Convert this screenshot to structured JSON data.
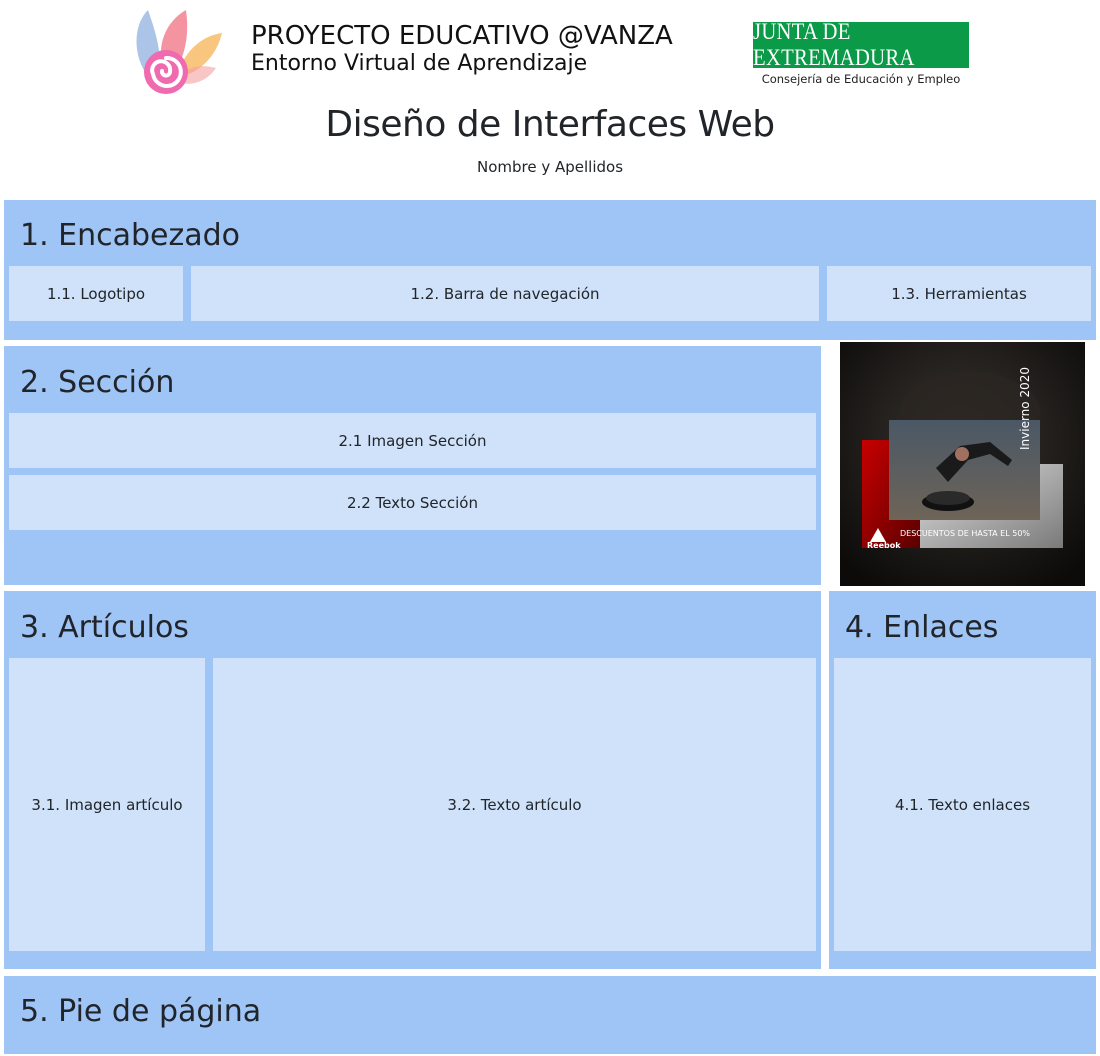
{
  "banner": {
    "brand_title": "PROYECTO EDUCATIVO @VANZA",
    "brand_subtitle": "Entorno Virtual de Aprendizaje",
    "junta_title": "JUNTA DE EXTREMADURA",
    "junta_subtitle": "Consejería de Educación y Empleo",
    "colors": {
      "junta_green": "#0a9a48"
    }
  },
  "page": {
    "title": "Diseño de Interfaces Web",
    "author": "Nombre y Apellidos"
  },
  "colors": {
    "block": "#9fc4f6",
    "cell": "#cfe2fa",
    "text": "#212529"
  },
  "header": {
    "title": "1. Encabezado",
    "logo": "1.1. Logotipo",
    "nav": "1.2. Barra de navegación",
    "tools": "1.3. Herramientas"
  },
  "section": {
    "title": "2. Sección",
    "image": "2.1 Imagen Sección",
    "text": "2.2 Texto Sección"
  },
  "ad": {
    "season": "Invierno 2020",
    "discount": "DESCUENTOS DE HASTA EL 50%",
    "brand": "Reebok"
  },
  "articles": {
    "title": "3. Artículos",
    "image": "3.1. Imagen artículo",
    "text": "3.2. Texto artículo"
  },
  "links": {
    "title": "4. Enlaces",
    "text": "4.1. Texto enlaces"
  },
  "footer": {
    "title": "5. Pie de página"
  }
}
